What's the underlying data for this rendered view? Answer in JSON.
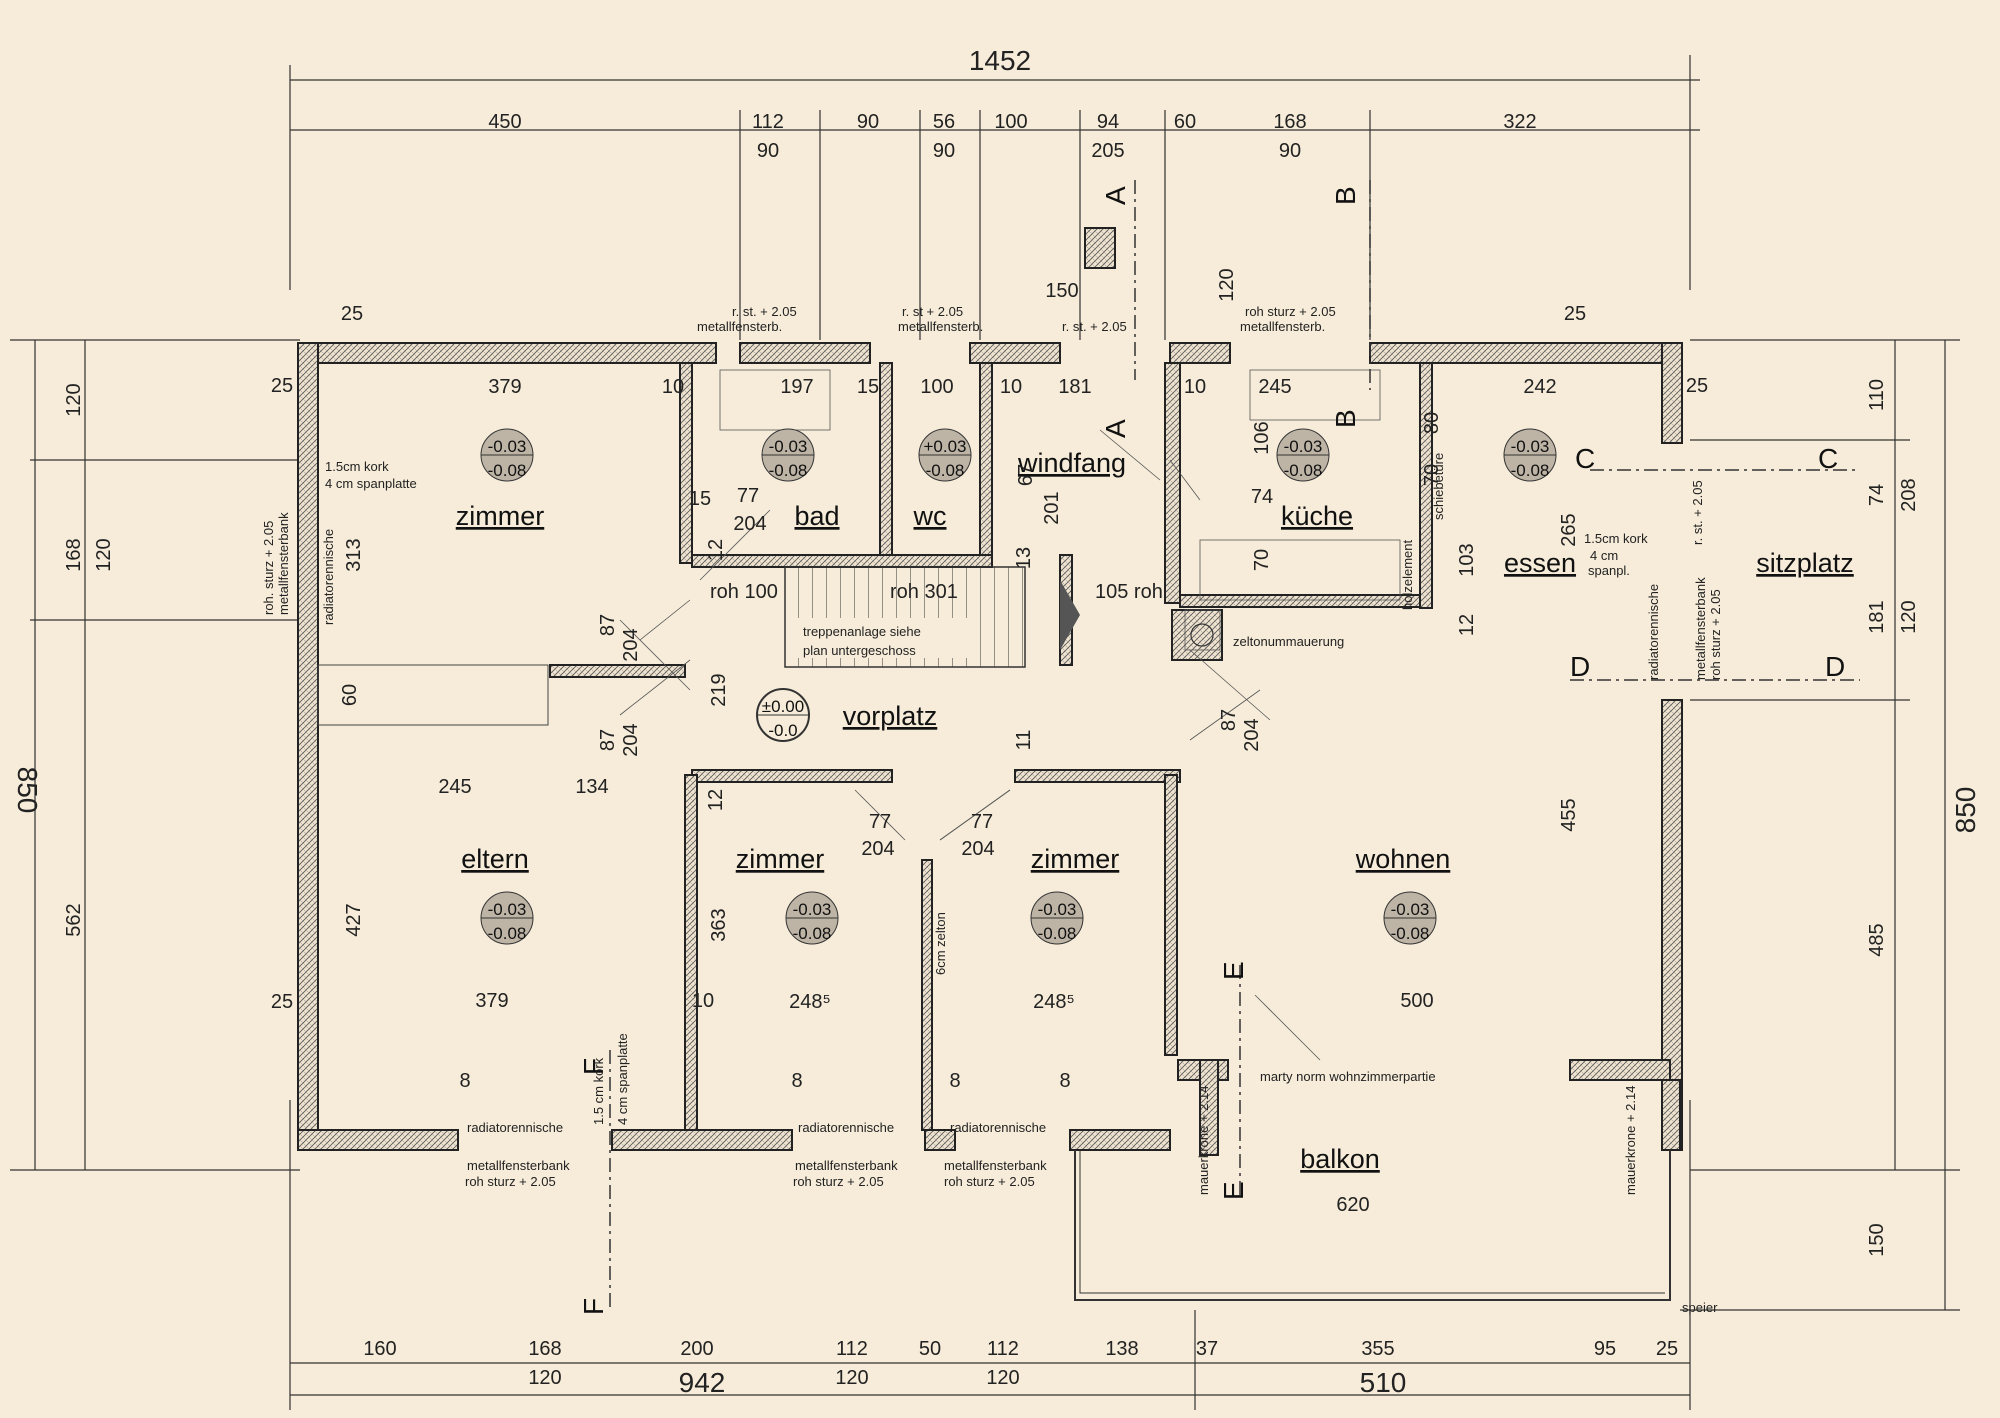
{
  "dims": {
    "top_total": "1452",
    "top_row1": [
      "450",
      "112",
      "90",
      "56",
      "100",
      "94",
      "60",
      "168",
      "322"
    ],
    "top_row2": [
      "90",
      "90",
      "205",
      "90"
    ],
    "bottom_row1": [
      "160",
      "168",
      "200",
      "112",
      "50",
      "112",
      "138",
      "37",
      "355",
      "95",
      "25"
    ],
    "bottom_row2": [
      "120",
      "120",
      "120"
    ],
    "bottom_total_left": "942",
    "bottom_total_right": "510",
    "left_outer": "850",
    "left_row1": [
      "120",
      "168",
      "562"
    ],
    "left_row2": [
      "120"
    ],
    "right_outer": "850",
    "right_row1": [
      "110",
      "208",
      "181",
      "485",
      "150"
    ],
    "right_row2": [
      "74",
      "120"
    ],
    "interior": [
      "379",
      "197",
      "100",
      "181",
      "245",
      "242",
      "313",
      "427",
      "379",
      "245",
      "134",
      "363",
      "455",
      "500",
      "620",
      "204",
      "204",
      "204",
      "204",
      "204",
      "204",
      "77",
      "77",
      "77",
      "87",
      "87",
      "87",
      "219",
      "201",
      "265",
      "103",
      "106",
      "80",
      "70",
      "70",
      "60",
      "25",
      "25",
      "25",
      "25",
      "25",
      "15",
      "15",
      "10",
      "10",
      "10",
      "10",
      "12",
      "12",
      "12",
      "13",
      "11",
      "8",
      "8",
      "8",
      "8",
      "67",
      "74",
      "248⁵",
      "248⁵",
      "150",
      "120"
    ]
  },
  "rooms": [
    {
      "key": "zimmer1",
      "name": "zimmer",
      "level_top": "-0.03",
      "level_bottom": "-0.08"
    },
    {
      "key": "bad",
      "name": "bad",
      "level_top": "-0.03",
      "level_bottom": "-0.08"
    },
    {
      "key": "wc",
      "name": "wc",
      "level_top": "+0.03",
      "level_bottom": "-0.08"
    },
    {
      "key": "windfang",
      "name": "windfang"
    },
    {
      "key": "kueche",
      "name": "küche",
      "level_top": "-0.03",
      "level_bottom": "-0.08"
    },
    {
      "key": "essen",
      "name": "essen",
      "level_top": "-0.03",
      "level_bottom": "-0.08"
    },
    {
      "key": "sitzplatz",
      "name": "sitzplatz"
    },
    {
      "key": "vorplatz",
      "name": "vorplatz",
      "level_top": "±0.00",
      "level_bottom": "-0.0"
    },
    {
      "key": "eltern",
      "name": "eltern",
      "level_top": "-0.03",
      "level_bottom": "-0.08"
    },
    {
      "key": "zimmer2",
      "name": "zimmer",
      "level_top": "-0.03",
      "level_bottom": "-0.08"
    },
    {
      "key": "zimmer3",
      "name": "zimmer",
      "level_top": "-0.03",
      "level_bottom": "-0.08"
    },
    {
      "key": "wohnen",
      "name": "wohnen",
      "level_top": "-0.03",
      "level_bottom": "-0.08"
    },
    {
      "key": "balkon",
      "name": "balkon"
    }
  ],
  "notes": {
    "window_bad_1": "r. st. + 2.05",
    "window_bad_2": "metallfensterb.",
    "window_wc_1": "r. st + 2.05",
    "window_wc_2": "metallfensterb.",
    "window_entry": "r. st. + 2.05",
    "window_kueche_1": "roh sturz + 2.05",
    "window_kueche_2": "metallfensterb.",
    "kork_1": "1.5cm kork",
    "kork_2": "4 cm spanplatte",
    "left_window_1": "roh. sturz + 2.05",
    "left_window_2": "metallfensterbank",
    "radiator_left": "radiatorennische",
    "stair_1": "treppenanlage siehe",
    "stair_2": "plan untergeschoss",
    "roh100": "roh 100",
    "roh301": "roh 301",
    "roh105": "105 roh",
    "zelton": "zeltonummauerung",
    "holzelement": "holzelement",
    "schiebetuere": "schiebetüre",
    "essen_kork_1": "1.5cm kork",
    "essen_kork_2": "4 cm",
    "essen_kork_3": "spanpl.",
    "radiator_essen": "radiatorennische",
    "essen_window_1": "metallfensterbank",
    "essen_window_2": "roh sturz + 2.05",
    "sitz_window": "r. st. + 2.05",
    "zelton_wall": "6cm zelton",
    "marty": "marty norm wohnzimmerpartie",
    "mauerkrone1": "mauerkrone + 2.14",
    "mauerkrone2": "mauerkrone + 2.14",
    "speier": "speier",
    "radiator_b1": "radiatorennische",
    "radiator_b2": "radiatorennische",
    "radiator_b3": "radiatorennische",
    "kork_b1": "1.5 cm kork",
    "kork_b2": "4 cm spanplatte",
    "mfb1": "metallfensterbank",
    "mfb1b": "roh sturz + 2.05",
    "mfb2": "metallfensterbank",
    "mfb2b": "roh sturz + 2.05",
    "mfb3": "metallfensterbank",
    "mfb3b": "roh sturz + 2.05"
  },
  "sections": [
    "A",
    "A",
    "B",
    "B",
    "C",
    "C",
    "D",
    "D",
    "E",
    "E",
    "F",
    "F"
  ]
}
